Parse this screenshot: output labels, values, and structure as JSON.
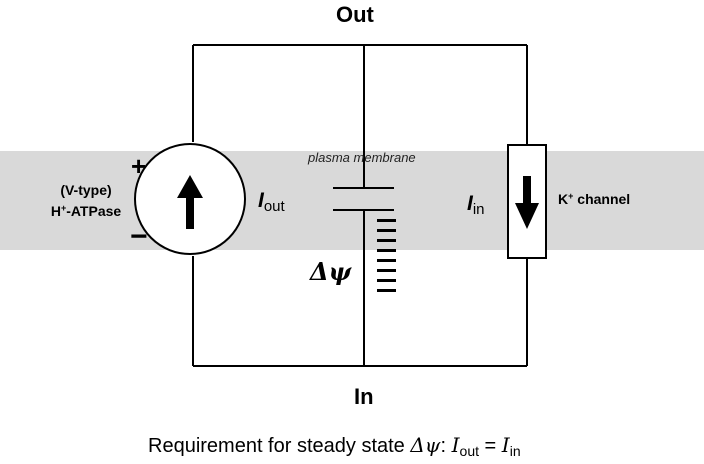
{
  "labels": {
    "out": "Out",
    "in": "In",
    "plus": "+",
    "minus": "−",
    "pump_line1": "(V-type)",
    "pump_ion": "H",
    "pump_ion_charge": "+",
    "pump_line2_rest": "-ATPase",
    "membrane": "plasma membrane",
    "i_out_main": "I",
    "i_out_sub": "out",
    "i_in_main": "I",
    "i_in_sub": "in",
    "delta_psi": "Δψ",
    "k_ion": "K",
    "k_ion_charge": "+",
    "k_channel_rest": " channel"
  },
  "steady_state": {
    "prefix": "Requirement for steady state ",
    "symbol": "Δψ",
    "colon": ":  ",
    "lhs_main": "I",
    "lhs_sub": "out",
    "equals": " = ",
    "rhs_main": "I",
    "rhs_sub": "in"
  },
  "colors": {
    "membrane_band": "#d9d9d9",
    "wire": "#000000",
    "background": "#ffffff"
  },
  "icons": [
    "arrow-up-icon",
    "arrow-down-icon"
  ]
}
